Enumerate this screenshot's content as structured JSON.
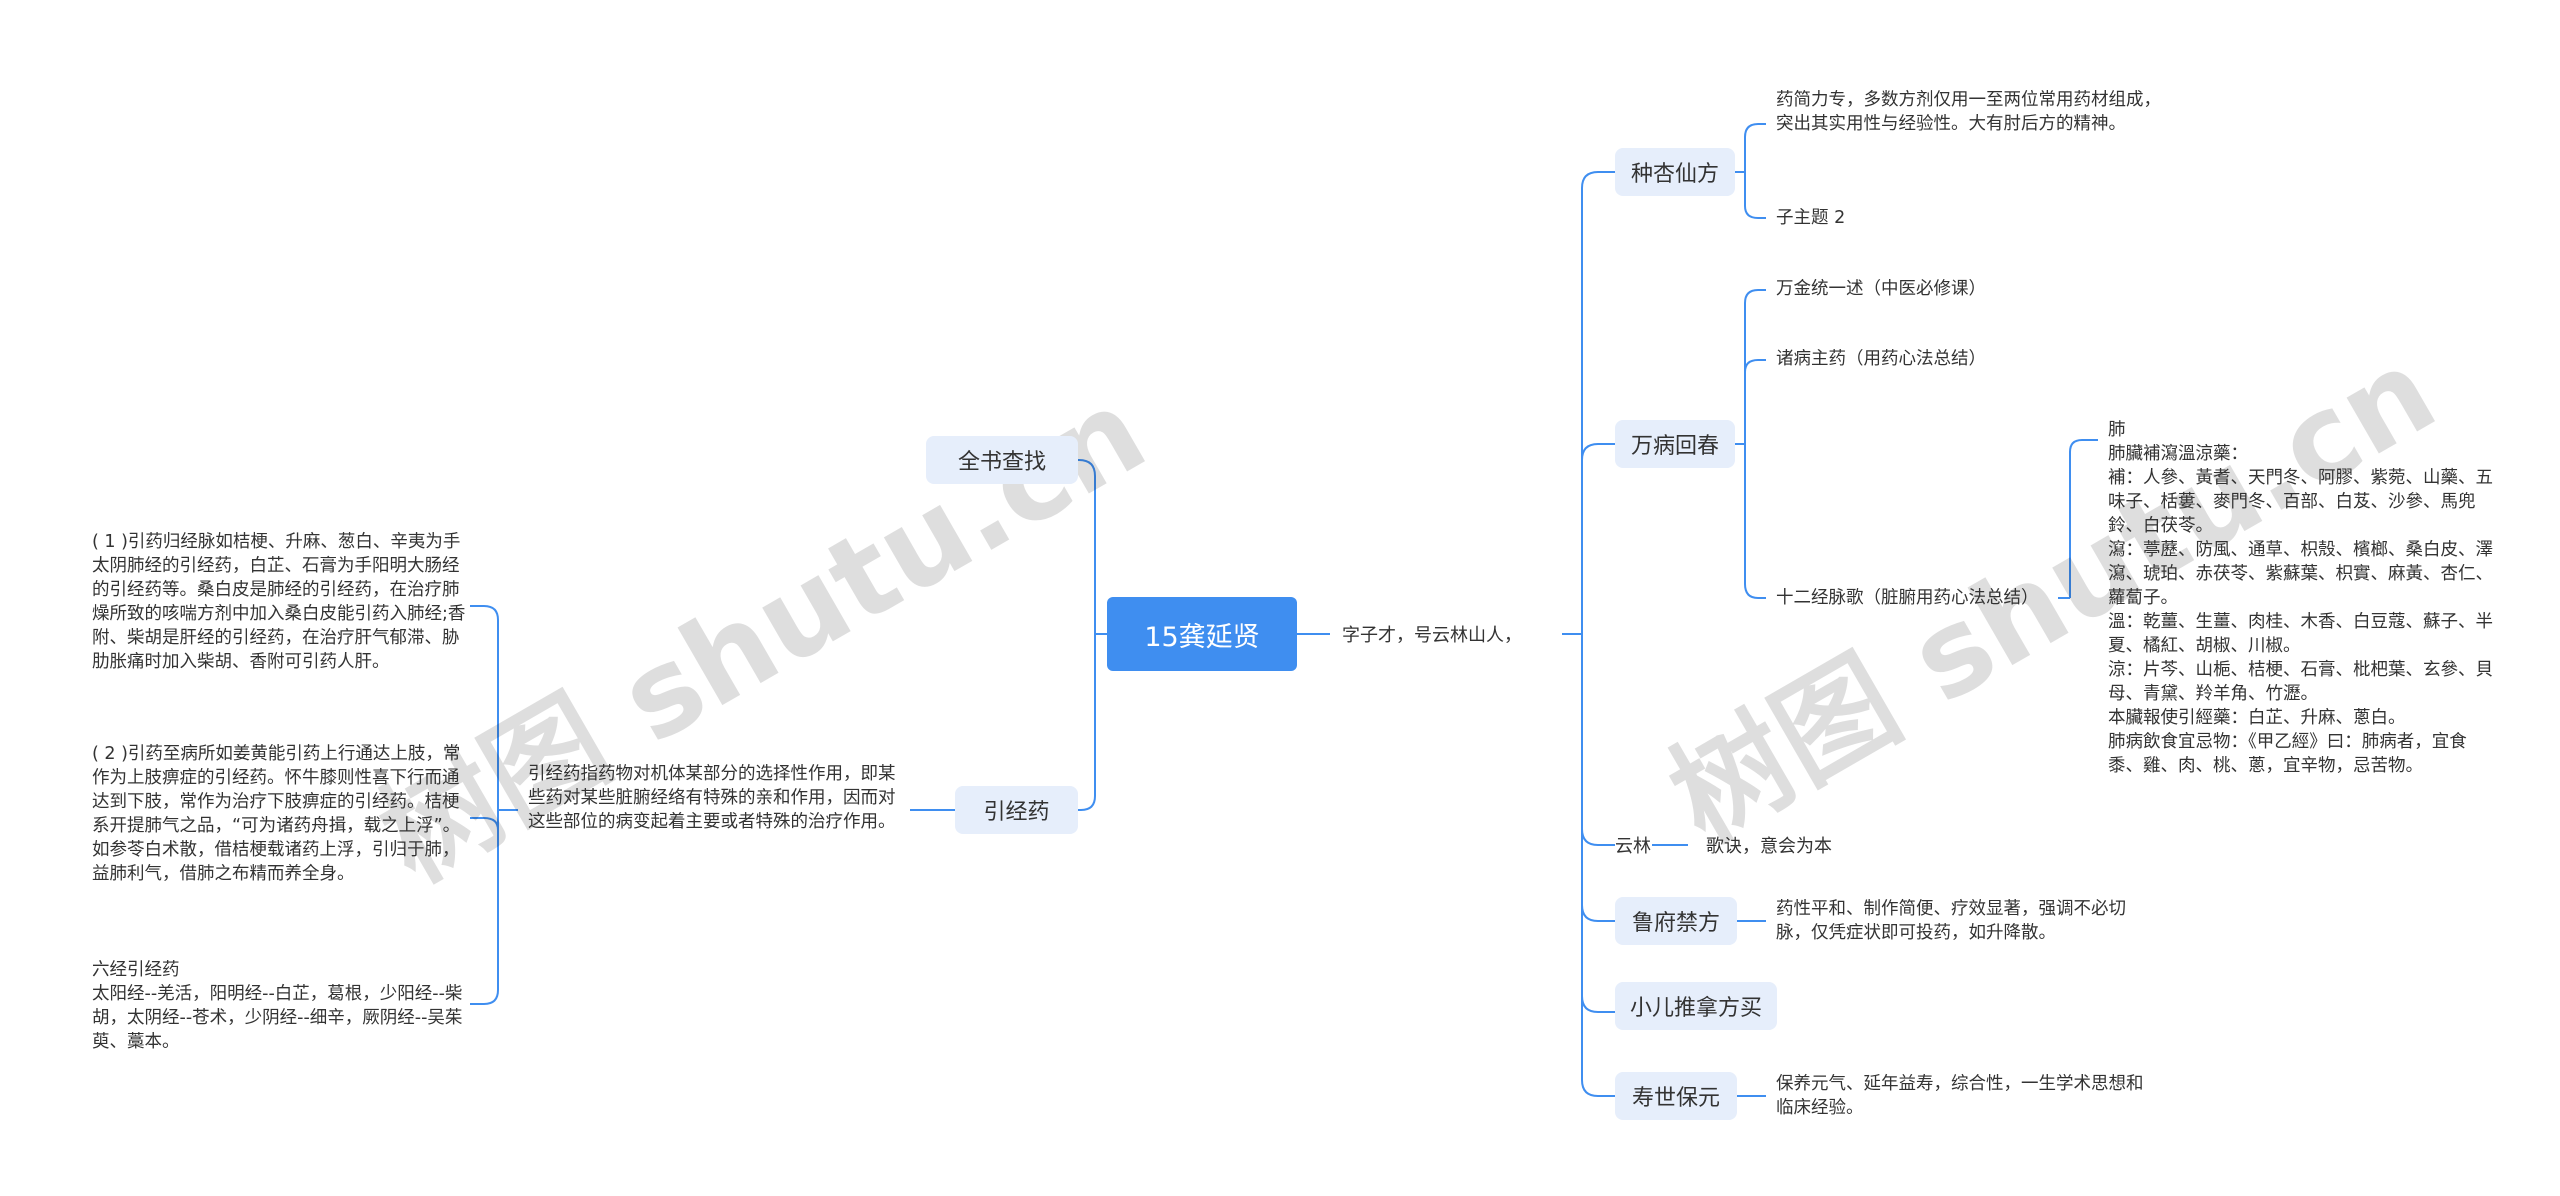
{
  "root": "15龚延贤",
  "left": {
    "quanshu": "全书查找",
    "yinjing": {
      "label": "引经药",
      "desc": "引经药指药物对机体某部分的选择性作用，即某些药对某些脏腑经络有特殊的亲和作用，因而对这些部位的病变起着主要或者特殊的治疗作用。",
      "items": [
        "( 1 )引药归经脉如桔梗、升麻、葱白、辛夷为手太阴肺经的引经药，白芷、石膏为手阳明大肠经的引经药等。桑白皮是肺经的引经药，在治疗肺燥所致的咳喘方剂中加入桑白皮能引药入肺经;香附、柴胡是肝经的引经药，在治疗肝气郁滞、胁肋胀痛时加入柴胡、香附可引药人肝。",
        "( 2 )引药至病所如姜黄能引药上行通达上肢，常作为上肢痹症的引经药。怀牛膝则性喜下行而通达到下肢，常作为治疗下肢痹症的引经药。桔梗系开提肺气之品，“可为诸药舟揖，载之上浮”。如参苓白术散，借桔梗载诸药上浮，引归于肺，益肺利气，借肺之布精而养全身。",
        "六经引经药\n太阳经--羌活，阳明经--白芷，葛根，少阳经--柴胡，太阴经--苍术，少阴经--细辛，厥阴经--吴茱萸、藁本。"
      ]
    }
  },
  "right": {
    "intro": "字子才，号云林山人，",
    "zhongxing": {
      "label": "种杏仙方",
      "items": [
        "药简力专，多数方剂仅用一至两位常用药材组成，突出其实用性与经验性。大有肘后方的精神。",
        "子主题 2"
      ]
    },
    "wanbing": {
      "label": "万病回春",
      "items": [
        "万金统一述（中医必修课）",
        "诸病主药（用药心法总结）",
        "十二经脉歌（脏腑用药心法总结）"
      ],
      "detail": "肺\n肺臟補瀉溫涼藥：\n補：人參、黃耆、天門冬、阿膠、紫菀、山藥、五味子、栝蔞、麥門冬、百部、白芨、沙參、馬兜鈴、白茯苓。\n瀉：葶藶、防風、通草、枳殼、檳榔、桑白皮、澤瀉、琥珀、赤茯苓、紫蘇葉、枳實、麻黃、杏仁、蘿蔔子。\n溫：乾薑、生薑、肉桂、木香、白豆蔻、蘇子、半夏、橘紅、胡椒、川椒。\n涼：片芩、山梔、桔梗、石膏、枇杷葉、玄參、貝母、青黛、羚羊角、竹瀝。\n本臟報使引經藥：白芷、升麻、蔥白。\n肺病飲食宜忌物：《甲乙經》曰：肺病者，宜食黍、雞、肉、桃、蔥，宜辛物，忌苦物。"
    },
    "yunlin": {
      "label": "云林",
      "child": "歌诀，意会为本"
    },
    "lufu": {
      "label": "鲁府禁方",
      "child": "药性平和、制作简便、疗效显著，强调不必切脉，仅凭症状即可投药，如升降散。"
    },
    "xiaoer": {
      "label": "小儿推拿方买"
    },
    "shoushi": {
      "label": "寿世保元",
      "child": "保养元气、延年益寿，综合性，一生学术思想和临床经验。"
    }
  },
  "watermarks": [
    "树图 shutu.cn",
    "树图 shutu.cn"
  ],
  "colors": {
    "root": "#3f8ef0",
    "topic_bg": "#e6eefb",
    "line": "#3f8ef0"
  }
}
